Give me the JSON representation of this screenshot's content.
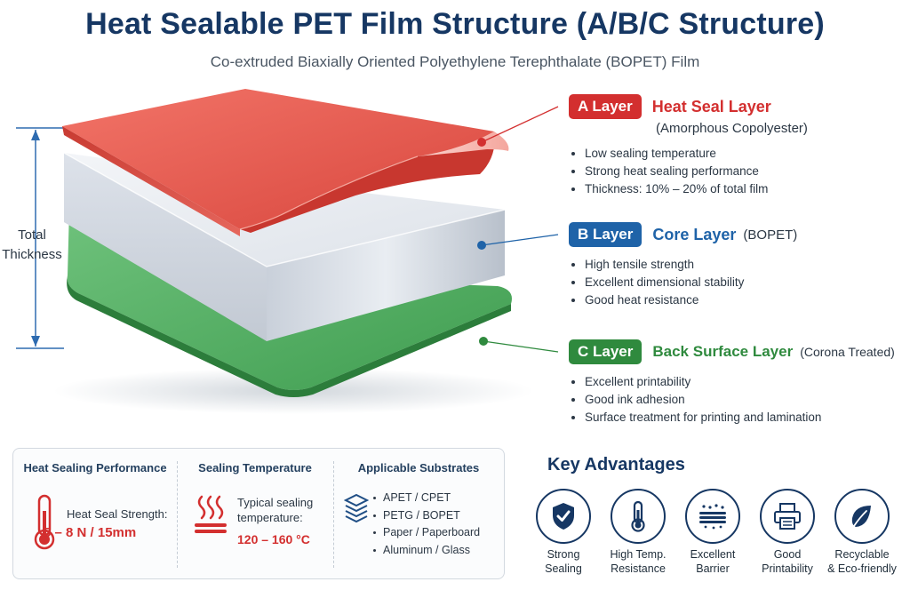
{
  "title": "Heat Sealable PET Film Structure (A/B/C Structure)",
  "subtitle": "Co-extruded Biaxially Oriented Polyethylene Terephthalate (BOPET) Film",
  "total_thickness": {
    "line1": "Total",
    "line2": "Thickness"
  },
  "layers": [
    {
      "badge": "A Layer",
      "name": "Heat Seal Layer",
      "paren": "",
      "sub": "(Amorphous Copolyester)",
      "color": "#d32f2f",
      "bullets": [
        "Low sealing temperature",
        "Strong heat sealing performance",
        "Thickness: 10% – 20% of total film"
      ]
    },
    {
      "badge": "B Layer",
      "name": "Core Layer",
      "paren": "(BOPET)",
      "sub": "",
      "color": "#1f63a8",
      "bullets": [
        "High tensile strength",
        "Excellent dimensional stability",
        "Good heat resistance"
      ]
    },
    {
      "badge": "C Layer",
      "name": "Back Surface Layer",
      "paren": "(Corona Treated)",
      "sub": "",
      "color": "#2f8a3e",
      "bullets": [
        "Excellent printability",
        "Good ink adhesion",
        "Surface treatment for printing and lamination"
      ]
    }
  ],
  "performance": {
    "heat_sealing": {
      "title": "Heat Sealing Performance",
      "label": "Heat Seal Strength:",
      "value": "5 – 8 N / 15mm",
      "icon": "thermometer-icon"
    },
    "sealing_temp": {
      "title": "Sealing Temperature",
      "label": "Typical sealing temperature:",
      "value": "120 – 160 °C",
      "icon": "heat-waves-icon"
    },
    "substrates": {
      "title": "Applicable Substrates",
      "icon": "layers-icon",
      "items": [
        "APET / CPET",
        "PETG / BOPET",
        "Paper / Paperboard",
        "Aluminum / Glass"
      ]
    }
  },
  "advantages": {
    "title": "Key Advantages",
    "items": [
      {
        "label": "Strong\nSealing",
        "icon": "shield-check-icon"
      },
      {
        "label": "High Temp.\nResistance",
        "icon": "thermometer-icon"
      },
      {
        "label": "Excellent\nBarrier",
        "icon": "barrier-icon"
      },
      {
        "label": "Good\nPrintability",
        "icon": "printer-icon"
      },
      {
        "label": "Recyclable\n& Eco-friendly",
        "icon": "leaf-icon"
      }
    ]
  },
  "colors": {
    "navy": "#163763",
    "red": "#d32f2f",
    "blue": "#1f63a8",
    "green": "#2f8a3e"
  }
}
